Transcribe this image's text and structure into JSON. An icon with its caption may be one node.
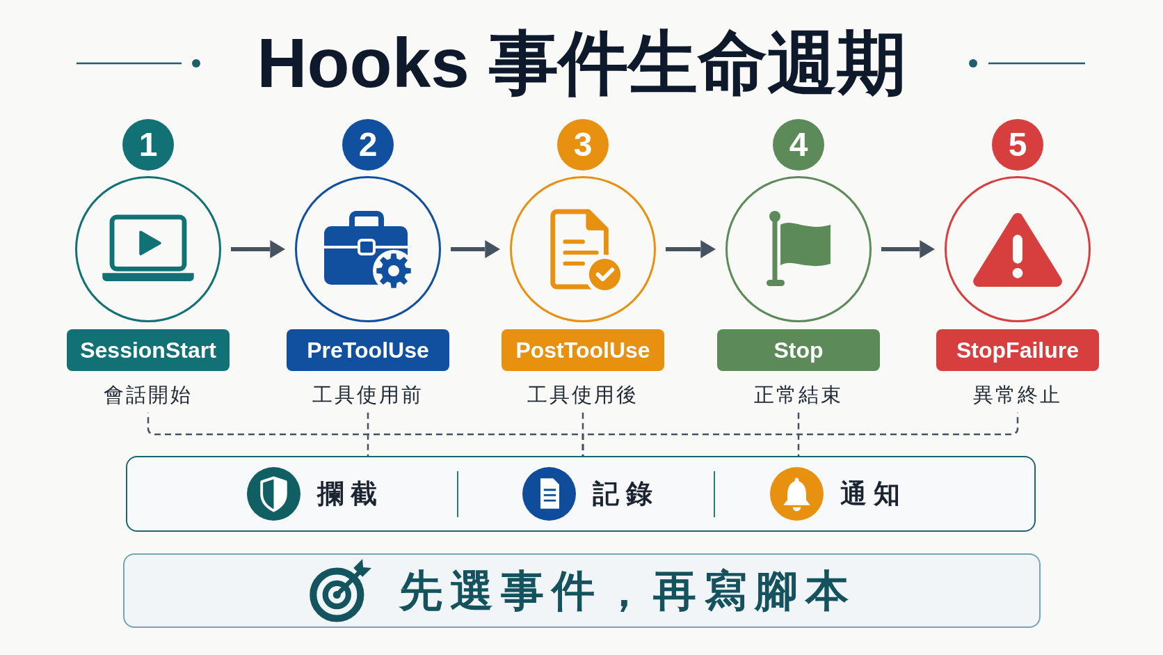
{
  "diagram": {
    "title": "Hooks 事件生命週期",
    "nodes": [
      {
        "text": [
          "1"
        ]
      },
      {
        "text": [],
        "shape": "circle"
      },
      {
        "text": [
          "SessionStart"
        ]
      },
      {
        "text": [
          "會話開始"
        ]
      },
      {
        "text": [
          "2"
        ]
      },
      {
        "text": [],
        "shape": "circle"
      },
      {
        "text": [
          "PreToolUse"
        ]
      },
      {
        "text": [
          "工具使用前"
        ]
      },
      {
        "text": [
          "3"
        ]
      },
      {
        "text": [],
        "shape": "circle"
      },
      {
        "text": [
          "PostToolUse"
        ]
      },
      {
        "text": [
          "工具使用後"
        ]
      },
      {
        "text": [
          "4"
        ]
      },
      {
        "text": [],
        "shape": "circle"
      },
      {
        "text": [
          "Stop"
        ]
      },
      {
        "text": [
          "正常結束"
        ]
      },
      {
        "text": [
          "5"
        ]
      },
      {
        "text": [],
        "shape": "circle"
      },
      {
        "text": [
          "StopFailure"
        ]
      },
      {
        "text": [
          "異常終止"
        ]
      },
      {
        "text": [
          "攔截",
          "記錄",
          "通知"
        ]
      },
      {
        "text": [
          "先選事件，再寫腳本"
        ]
      }
    ],
    "edges": [
      {
        "from": 1,
        "to": 5,
        "arrow": "to"
      },
      {
        "from": 5,
        "to": 9,
        "arrow": "to"
      },
      {
        "from": 9,
        "to": 13,
        "arrow": "to"
      },
      {
        "from": 13,
        "to": 17,
        "arrow": "to"
      },
      {
        "from": 3,
        "to": 20,
        "arrow": "none",
        "style": "dashed"
      },
      {
        "from": 7,
        "to": 20,
        "arrow": "none",
        "style": "dashed"
      },
      {
        "from": 11,
        "to": 20,
        "arrow": "none",
        "style": "dashed"
      },
      {
        "from": 15,
        "to": 20,
        "arrow": "none",
        "style": "dashed"
      },
      {
        "from": 19,
        "to": 20,
        "arrow": "none",
        "style": "dashed"
      }
    ]
  }
}
